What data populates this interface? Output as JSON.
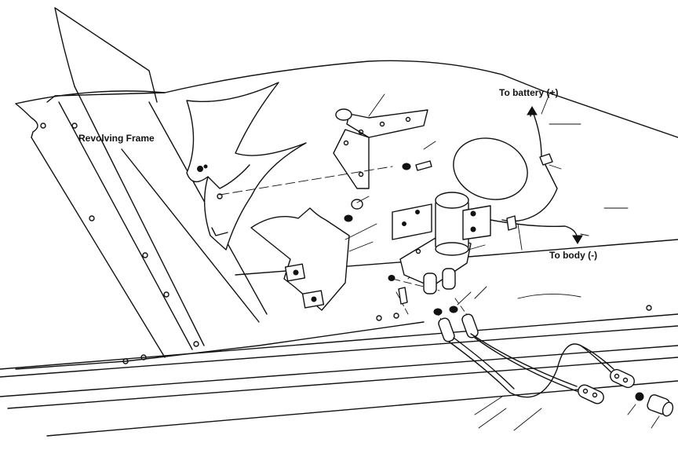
{
  "labels": {
    "revolving_frame": "Revolving Frame",
    "to_battery": "To battery (+)",
    "to_body": "To body (-)"
  },
  "colors": {
    "line": "#111111",
    "background": "#ffffff"
  }
}
